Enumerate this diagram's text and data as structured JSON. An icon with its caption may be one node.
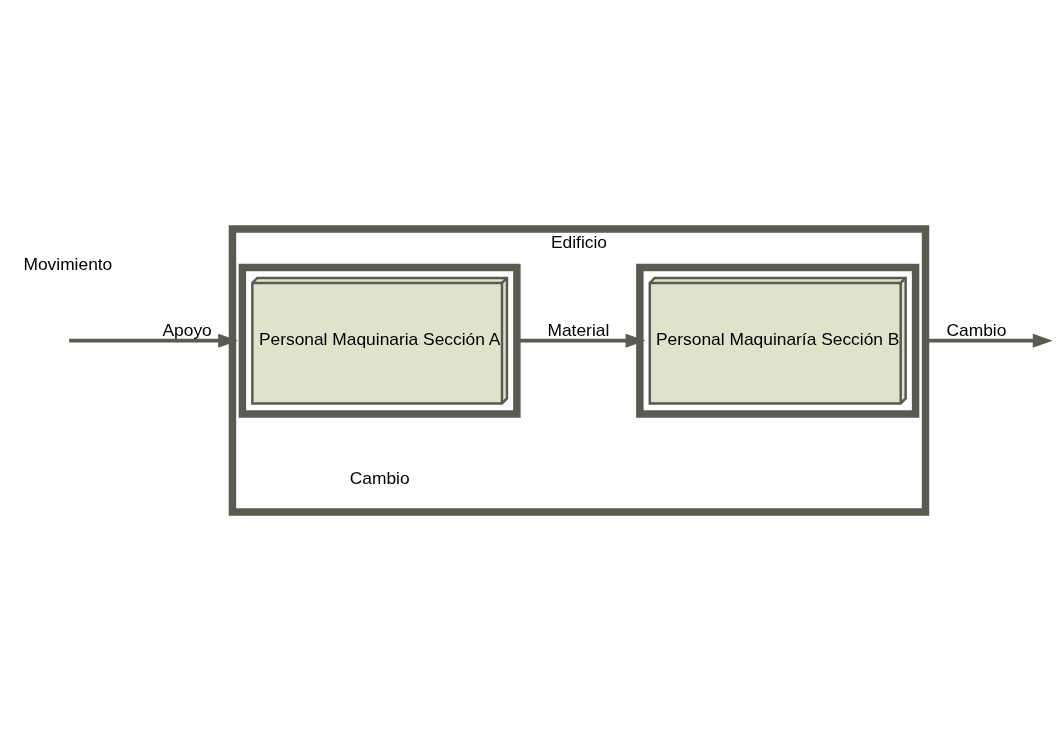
{
  "diagram": {
    "nodes": [
      {
        "text": [
          "Edificio",
          "Cambio"
        ]
      },
      {
        "text": [],
        "shape": "box",
        "in": 0
      },
      {
        "text": [
          "Personal Maquinaria Sección A"
        ],
        "in": 1
      },
      {
        "text": [],
        "shape": "box",
        "in": 0
      },
      {
        "text": [
          "Personal Maquinaría Sección B"
        ],
        "in": 3
      }
    ],
    "edges": [
      {
        "from": null,
        "to": 0,
        "arrow": "to",
        "label": "Apoyo"
      },
      {
        "from": 1,
        "to": 3,
        "arrow": "to",
        "label": "Material"
      },
      {
        "from": 0,
        "to": null,
        "arrow": "to",
        "label": "Cambio"
      }
    ],
    "labels": [
      "Movimiento"
    ]
  }
}
